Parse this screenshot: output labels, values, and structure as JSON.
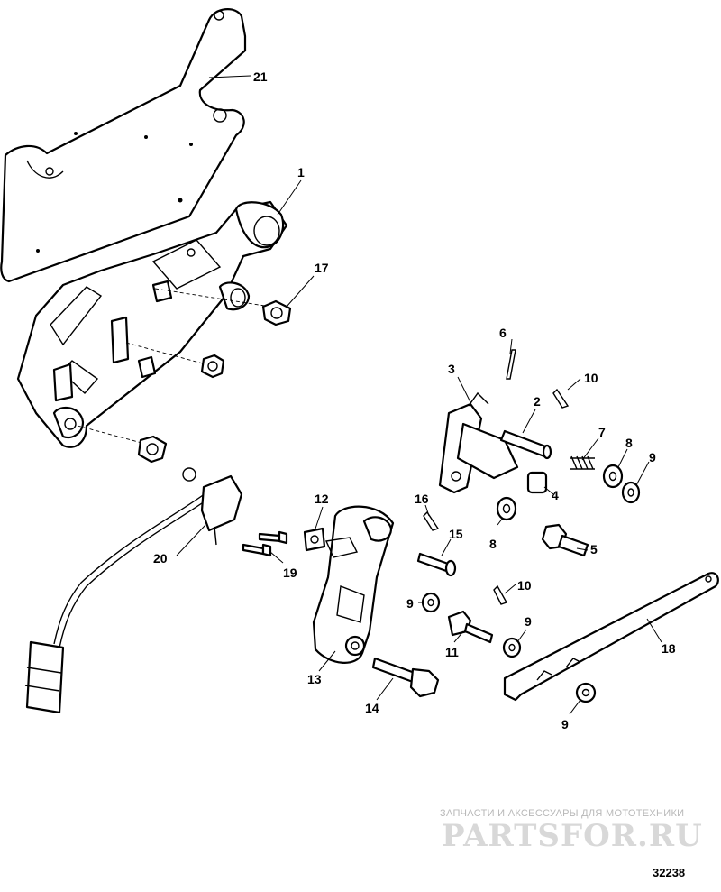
{
  "callouts": [
    "21",
    "1",
    "17",
    "6",
    "3",
    "10",
    "2",
    "7",
    "8",
    "9",
    "4",
    "12",
    "16",
    "15",
    "5",
    "8",
    "10",
    "9",
    "9",
    "11",
    "18",
    "20",
    "19",
    "13",
    "14",
    "9"
  ],
  "figure_number": "32238",
  "watermark": {
    "tagline": "ЗАПЧАСТИ И АКСЕССУАРЫ ДЛЯ МОТОТЕХНИКИ",
    "brand": "PARTSFOR.RU"
  }
}
